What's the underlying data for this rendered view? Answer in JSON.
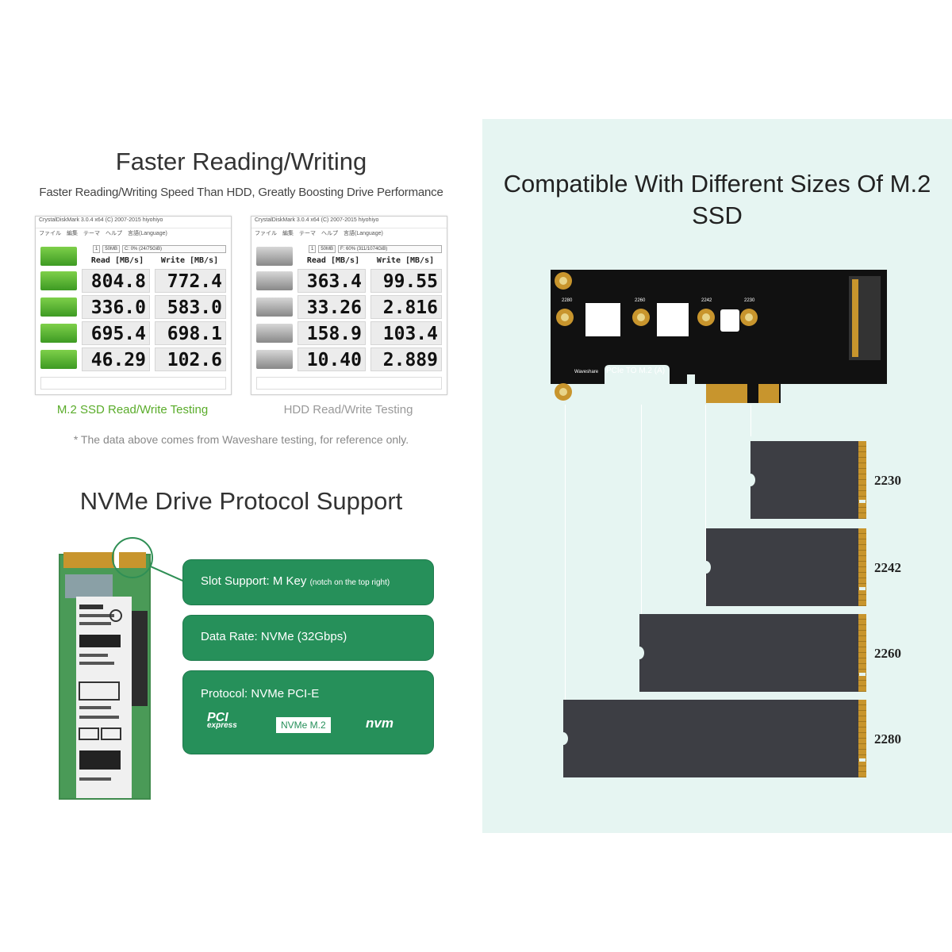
{
  "left_top": {
    "title": "Faster Reading/Writing",
    "subtitle": "Faster Reading/Writing Speed Than HDD, Greatly Boosting Drive Performance",
    "ssd_window": {
      "titlebar": "CrystalDiskMark 3.0.4 x64 (C) 2007-2015 hiyohiyo",
      "menu": "ファイル　編集　テーマ　ヘルプ　言語(Language)",
      "selects": [
        "1",
        "50MB",
        "C: 0% (24/75GiB)"
      ],
      "read_header": "Read [MB/s]",
      "write_header": "Write [MB/s]",
      "rows": [
        {
          "read": "804.8",
          "write": "772.4"
        },
        {
          "read": "336.0",
          "write": "583.0"
        },
        {
          "read": "695.4",
          "write": "698.1"
        },
        {
          "read": "46.29",
          "write": "102.6"
        }
      ]
    },
    "hdd_window": {
      "titlebar": "CrystalDiskMark 3.0.4 x64 (C) 2007-2015 hiyohiyo",
      "menu": "ファイル　編集　テーマ　ヘルプ　言語(Language)",
      "selects": [
        "1",
        "50MB",
        "F: 60% (311/1074GiB)"
      ],
      "read_header": "Read [MB/s]",
      "write_header": "Write [MB/s]",
      "rows": [
        {
          "read": "363.4",
          "write": "99.55"
        },
        {
          "read": "33.26",
          "write": "2.816"
        },
        {
          "read": "158.9",
          "write": "103.4"
        },
        {
          "read": "10.40",
          "write": "2.889"
        }
      ]
    },
    "ssd_caption": "M.2 SSD Read/Write Testing",
    "hdd_caption": "HDD Read/Write Testing",
    "note": "* The data above comes from Waveshare testing, for reference only."
  },
  "left_bottom": {
    "title": "NVMe Drive Protocol Support",
    "slot_label": "Slot Support: M Key",
    "slot_note": "(notch on the top right)",
    "rate_label": "Data Rate: NVMe (32Gbps)",
    "protocol_label": "Protocol: NVMe PCI-E",
    "logos": {
      "pci": "PCI",
      "pci_sub": "express",
      "m2": "NVMe M.2",
      "nvm": "nvm"
    }
  },
  "right": {
    "title": "Compatible With Different Sizes Of M.2 SSD",
    "board_label": "PCIe TO M.2 (A)",
    "board_brand": "Waveshare",
    "hole_labels": [
      "2280",
      "2260",
      "2242",
      "2230"
    ],
    "sizes": [
      "2230",
      "2242",
      "2260",
      "2280"
    ]
  },
  "colors": {
    "accent_green": "#26905a",
    "ssd_green": "#5aac2a",
    "panel_bg": "#e6f5f2",
    "ssd_body": "#3d3e44",
    "gold": "#c8952d"
  }
}
